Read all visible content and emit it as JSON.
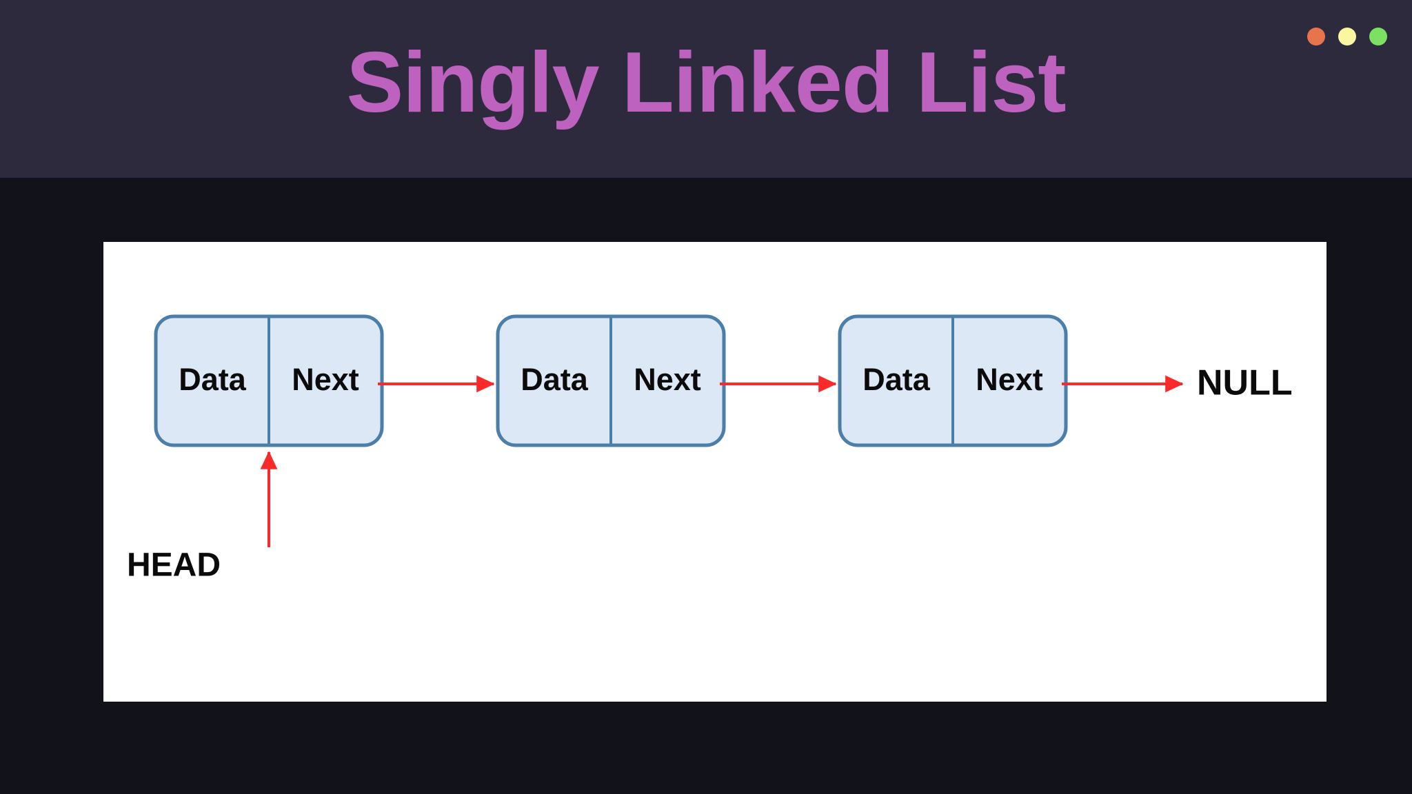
{
  "window": {
    "title": "Singly Linked List",
    "controls": [
      {
        "name": "close",
        "color": "#e8744c"
      },
      {
        "name": "minimize",
        "color": "#fbf7a0"
      },
      {
        "name": "maximize",
        "color": "#7ce060"
      }
    ]
  },
  "theme": {
    "titlebar_bg": "#2e2a3d",
    "body_bg": "#12121a",
    "title_color": "#bd62bf",
    "canvas_bg": "#ffffff",
    "node_fill": "#dce8f5",
    "node_stroke": "#4b7ea9",
    "arrow_color": "#fb2a2a",
    "text_color": "#0b0b0b"
  },
  "diagram": {
    "type": "linked-list",
    "nodes": [
      {
        "data_label": "Data",
        "next_label": "Next"
      },
      {
        "data_label": "Data",
        "next_label": "Next"
      },
      {
        "data_label": "Data",
        "next_label": "Next"
      }
    ],
    "pointer_label": "HEAD",
    "terminator_label": "NULL"
  }
}
